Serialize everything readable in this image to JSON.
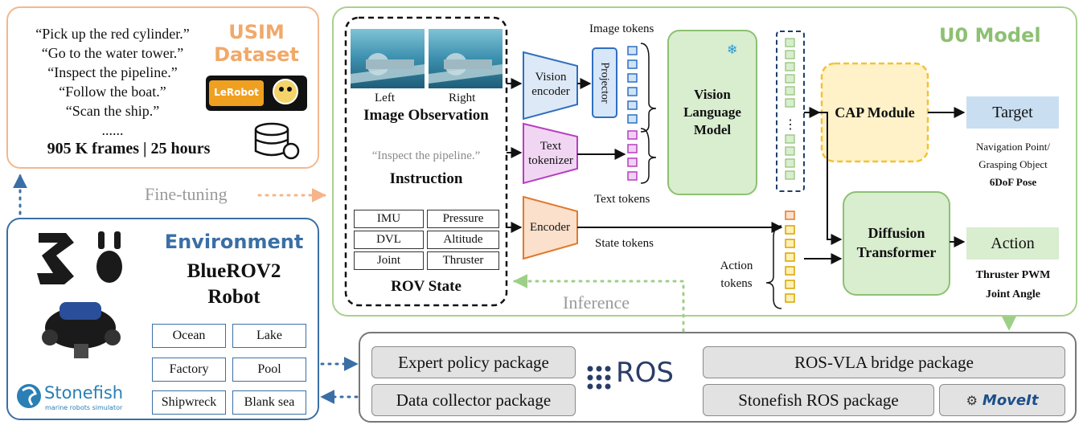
{
  "dataset": {
    "title_line1": "USIM",
    "title_line2": "Dataset",
    "instructions": [
      "“Pick up the  red cylinder.”",
      "“Go to the water tower.”",
      "“Inspect the pipeline.”",
      "“Follow the boat.”",
      "“Scan the ship.”",
      "......"
    ],
    "stats": "905 K frames | 25 hours",
    "lerobot_logo": "LeRobot",
    "database_icon": "database-icon",
    "accent_color": "#f0a96a"
  },
  "u0": {
    "title": "U0 Model",
    "accent_color": "#8dc073",
    "image_obs": {
      "left": "Left",
      "right": "Right",
      "title": "Image Observation"
    },
    "instruction": {
      "example": "“Inspect the pipeline.”",
      "title": "Instruction"
    },
    "rov_state": {
      "items": [
        "IMU",
        "Pressure",
        "DVL",
        "Altitude",
        "Joint",
        "Thruster"
      ],
      "title": "ROV State"
    },
    "vision_encoder": "Vision encoder",
    "projector": "Projector",
    "text_tokenizer": "Text tokenizer",
    "encoder": "Encoder",
    "image_tokens": "Image tokens",
    "text_tokens": "Text tokens",
    "state_tokens": "State tokens",
    "action_tokens": "Action tokens",
    "vlm": "Vision Language Model",
    "vlm_icon": "snowflake-icon",
    "cap": "CAP Module",
    "dit": "Diffusion Transformer",
    "target": "Target",
    "target_desc": [
      "Navigation Point/",
      "Grasping Object"
    ],
    "target_pose": "6DoF Pose",
    "action": "Action",
    "action_desc": [
      "Thruster PWM",
      "Joint Angle"
    ]
  },
  "flows": {
    "finetuning": "Fine-tuning",
    "inference": "Inference"
  },
  "environment": {
    "title": "Environment",
    "robot": [
      "BlueROV2",
      "Robot"
    ],
    "scenes": [
      "Ocean",
      "Lake",
      "Factory",
      "Pool",
      "Shipwreck",
      "Blank sea"
    ],
    "stonefish_name": "Stonefish",
    "stonefish_tagline": "marine robots simulator",
    "accent_color": "#3a6fa6"
  },
  "ros": {
    "logo": "ROS",
    "expert": "Expert policy package",
    "collector": "Data collector package",
    "bridge": "ROS-VLA bridge package",
    "stonefish": "Stonefish ROS package",
    "moveit": "MoveIt"
  }
}
